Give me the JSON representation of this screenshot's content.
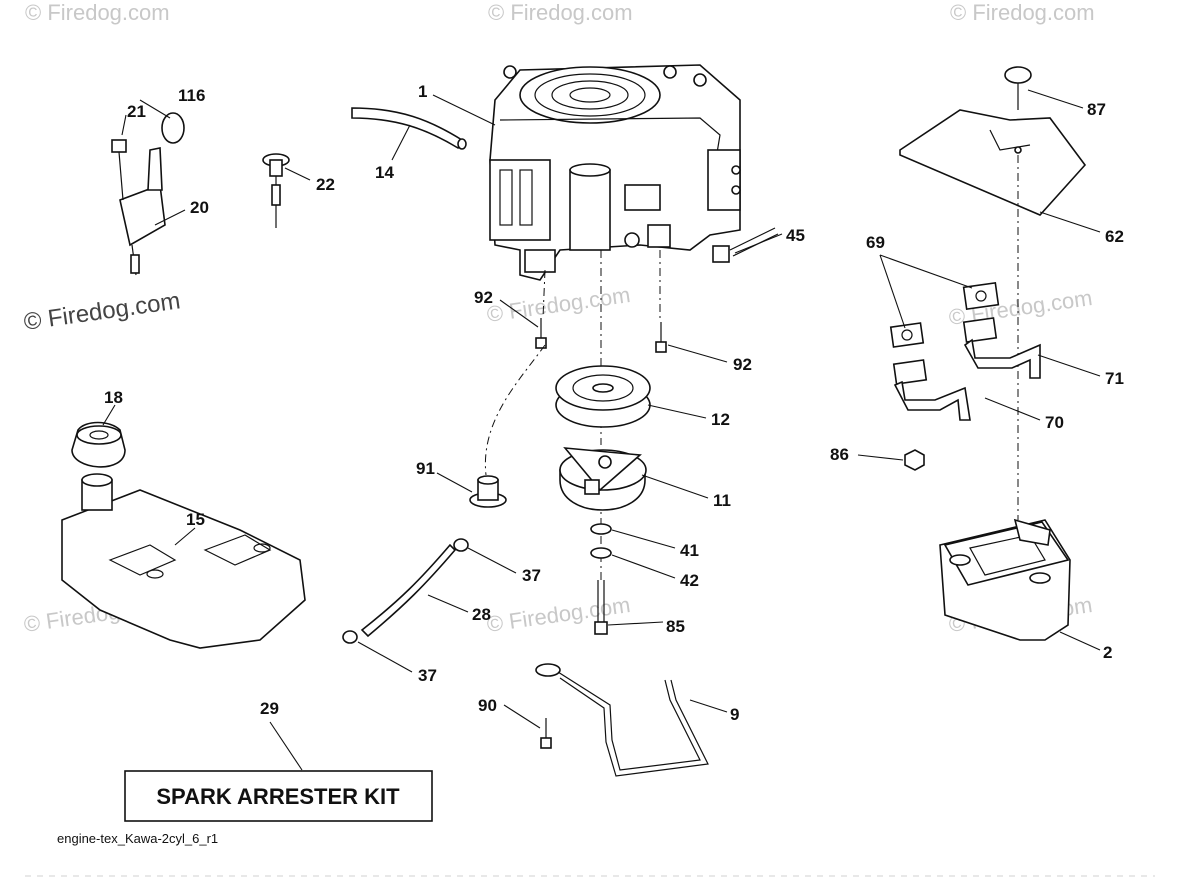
{
  "watermark": "© Firedog.com",
  "watermark_strong": "© Firedog.com",
  "footer_code": "engine-tex_Kawa-2cyl_6_r1",
  "kit_label": "SPARK ARRESTER KIT",
  "callouts": {
    "c1": "1",
    "c2": "2",
    "c9": "9",
    "c11": "11",
    "c12": "12",
    "c14": "14",
    "c15": "15",
    "c18": "18",
    "c20": "20",
    "c21": "21",
    "c22": "22",
    "c28": "28",
    "c29": "29",
    "c37a": "37",
    "c37b": "37",
    "c41": "41",
    "c42": "42",
    "c45": "45",
    "c62": "62",
    "c69": "69",
    "c70": "70",
    "c71": "71",
    "c85": "85",
    "c86": "86",
    "c87": "87",
    "c90": "90",
    "c91": "91",
    "c92a": "92",
    "c92b": "92",
    "c116": "116"
  }
}
